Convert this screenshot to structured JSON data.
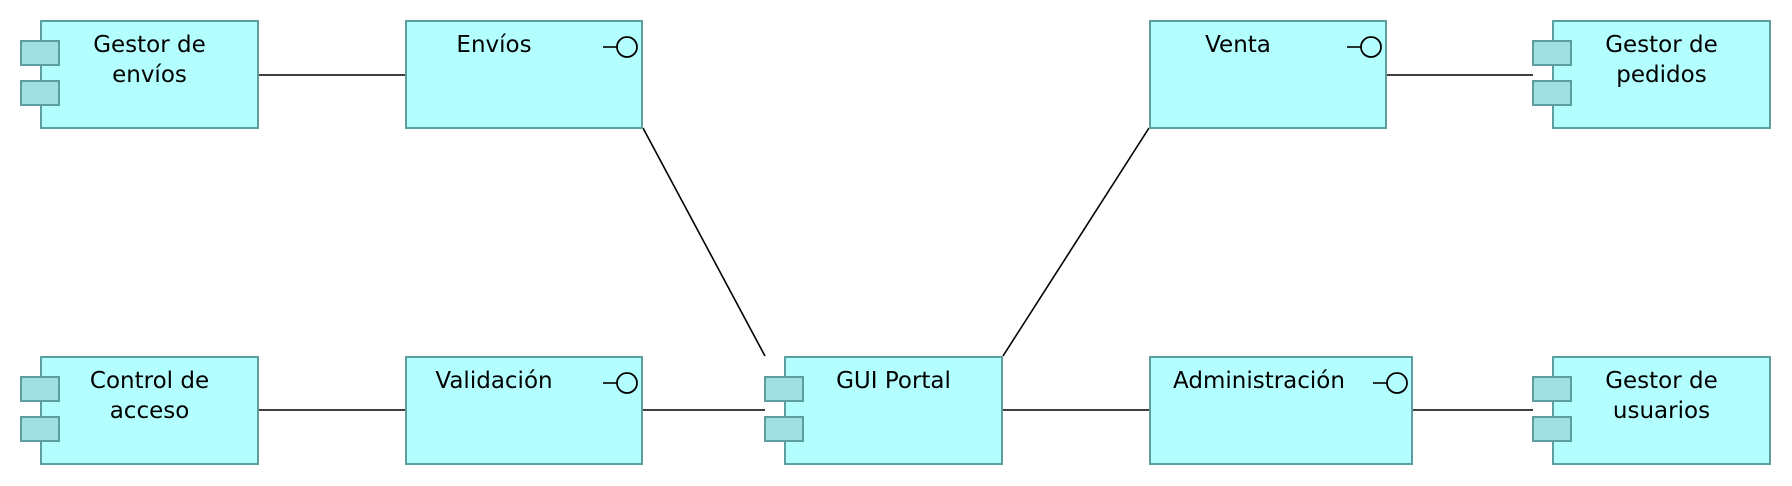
{
  "colors": {
    "box_fill": "#b3ffff",
    "box_border": "#5f9ea0",
    "tab_fill": "#a0e0e0",
    "connector": "#000000"
  },
  "components": {
    "shipping_manager": "Gestor de\nenvíos",
    "access_control": "Control de\nacceso",
    "gui_portal": "GUI Portal",
    "order_manager": "Gestor de\npedidos",
    "user_manager": "Gestor de\nusuarios"
  },
  "interfaces": {
    "shipments": "Envíos",
    "validation": "Validación",
    "sale": "Venta",
    "administration": "Administración"
  },
  "icons": {
    "component": "component-icon",
    "interface": "interface-lollipop-icon"
  }
}
